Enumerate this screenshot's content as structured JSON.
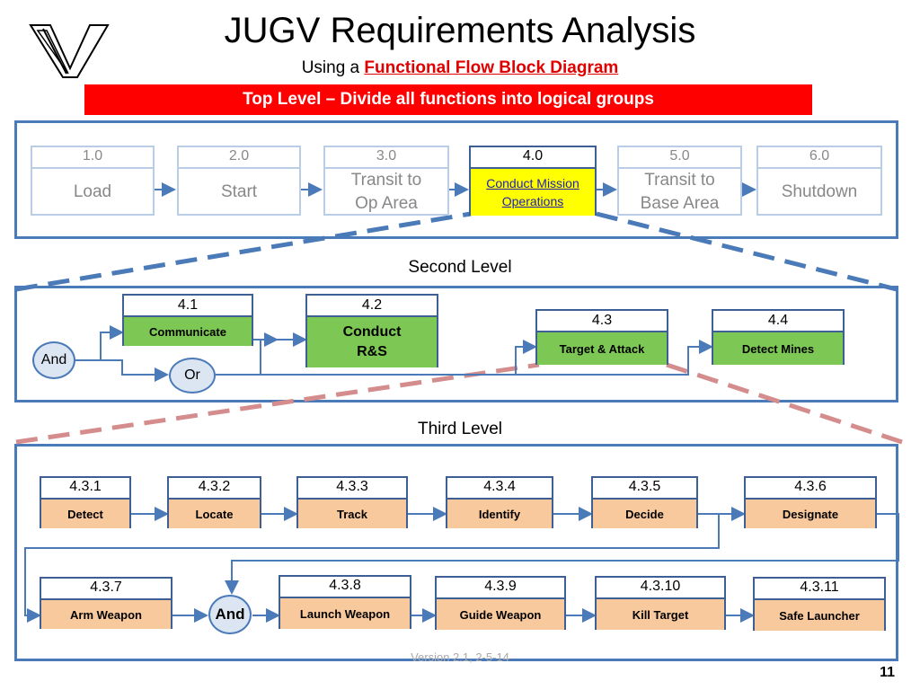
{
  "header": {
    "title": "JUGV Requirements Analysis",
    "subtitle_prefix": "Using a ",
    "subtitle_highlight": "Functional Flow Block Diagram",
    "banner": "Top Level – Divide all functions into logical groups"
  },
  "top_level": {
    "boxes": [
      {
        "num": "1.0",
        "label": "Load"
      },
      {
        "num": "2.0",
        "label": "Start"
      },
      {
        "num": "3.0",
        "label": "Transit to Op Area"
      },
      {
        "num": "4.0",
        "label": "Conduct Mission Operations"
      },
      {
        "num": "5.0",
        "label": "Transit to Base Area"
      },
      {
        "num": "6.0",
        "label": "Shutdown"
      }
    ]
  },
  "second_level": {
    "heading": "Second Level",
    "and_label": "And",
    "or_label": "Or",
    "boxes": [
      {
        "num": "4.1",
        "label": "Communicate"
      },
      {
        "num": "4.2",
        "label": "Conduct R&S"
      },
      {
        "num": "4.3",
        "label": "Target & Attack"
      },
      {
        "num": "4.4",
        "label": "Detect Mines"
      }
    ]
  },
  "third_level": {
    "heading": "Third Level",
    "and_label": "And",
    "row1": [
      {
        "num": "4.3.1",
        "label": "Detect"
      },
      {
        "num": "4.3.2",
        "label": "Locate"
      },
      {
        "num": "4.3.3",
        "label": "Track"
      },
      {
        "num": "4.3.4",
        "label": "Identify"
      },
      {
        "num": "4.3.5",
        "label": "Decide"
      },
      {
        "num": "4.3.6",
        "label": "Designate"
      }
    ],
    "row2": [
      {
        "num": "4.3.7",
        "label": "Arm Weapon"
      },
      {
        "num": "4.3.8",
        "label": "Launch Weapon"
      },
      {
        "num": "4.3.9",
        "label": "Guide Weapon"
      },
      {
        "num": "4.3.10",
        "label": "Kill Target"
      },
      {
        "num": "4.3.11",
        "label": "Safe Launcher"
      }
    ]
  },
  "footer": {
    "version": "Version 2.1, 2-5-14",
    "page": "11"
  },
  "colors": {
    "banner": "#ff0000",
    "panel_border": "#4a7ab8",
    "active_fill": "#ffff00",
    "second_fill": "#7dc855",
    "third_fill": "#f9c99e",
    "node_fill": "#dce6f2"
  }
}
